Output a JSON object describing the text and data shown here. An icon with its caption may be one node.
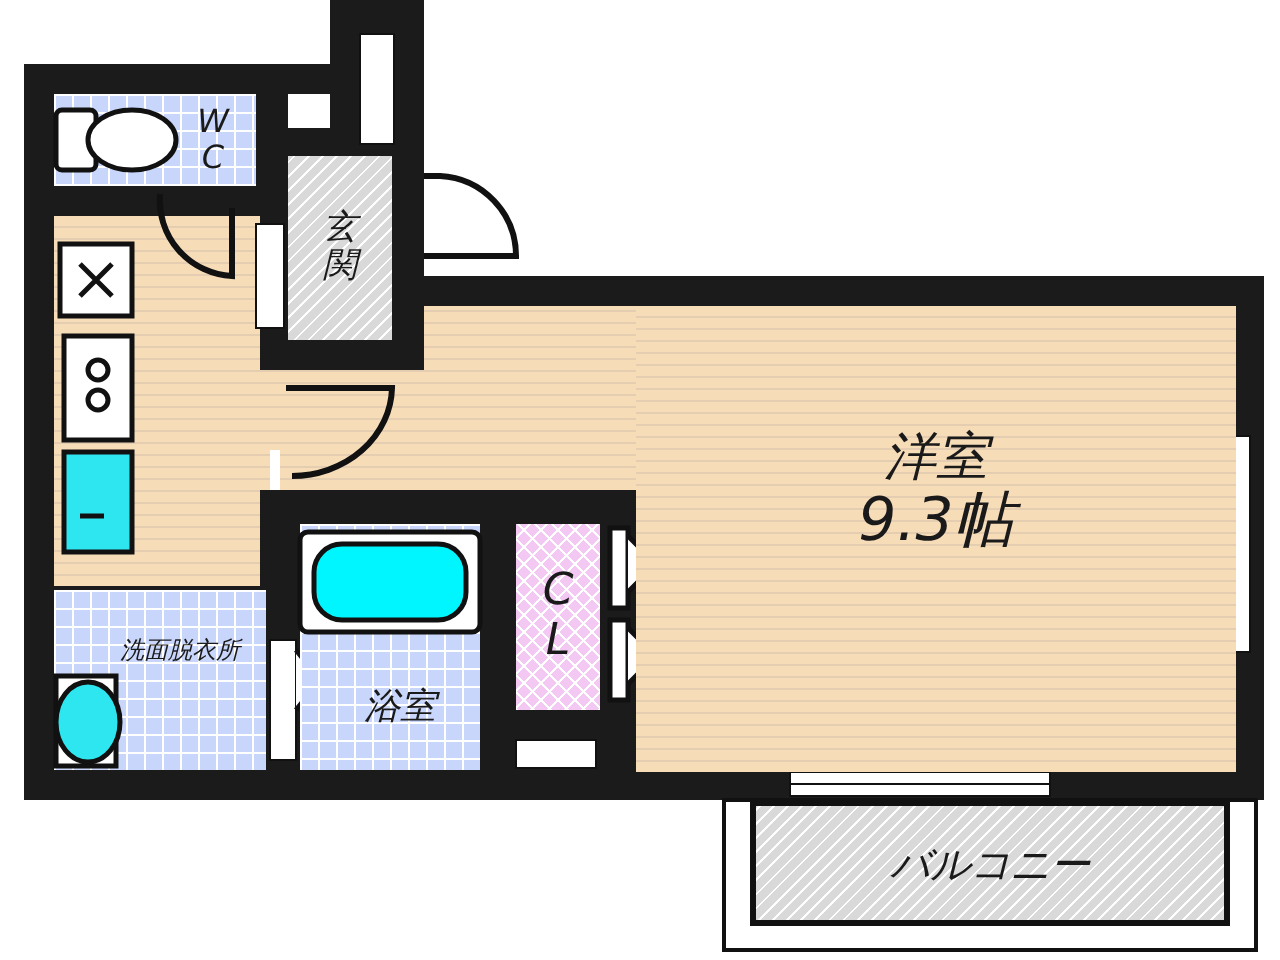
{
  "diagram": {
    "nodes": [
      {
        "text": [
          "W C"
        ]
      },
      {
        "text": [
          "玄関"
        ]
      },
      {
        "text": [
          "洋室",
          "9.3帖"
        ]
      },
      {
        "text": [
          "C L"
        ]
      },
      {
        "text": [
          "洗面脱衣所"
        ]
      },
      {
        "text": [
          "浴室"
        ]
      },
      {
        "text": [
          "バルコニー"
        ]
      }
    ]
  }
}
